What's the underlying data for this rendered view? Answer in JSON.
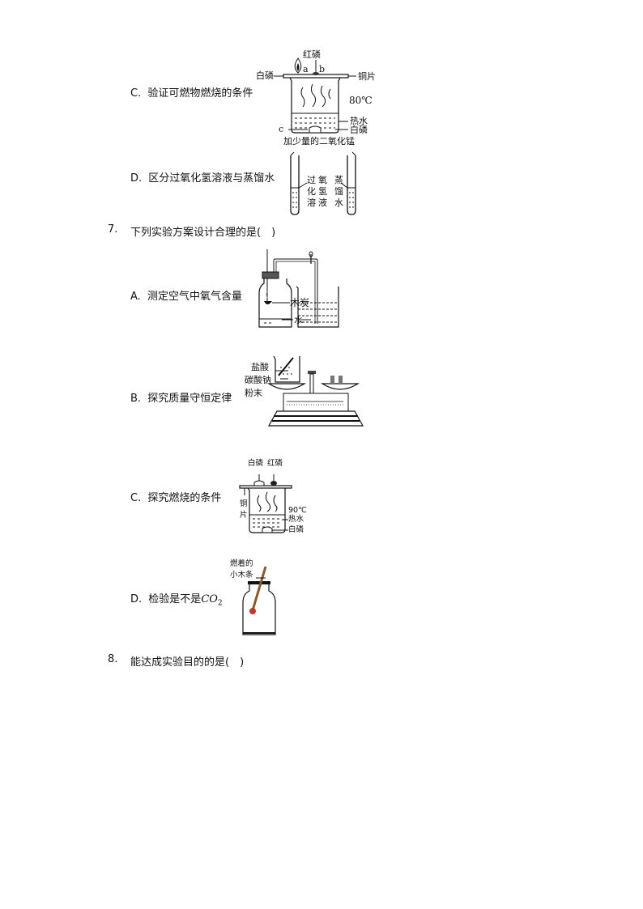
{
  "question6_options": {
    "C": {
      "letter": "C.",
      "text": "验证可燃物燃烧的条件",
      "diagram_labels": {
        "red_phosphorus": "红磷",
        "white_phosphorus_top": "白磷",
        "point_a": "a",
        "point_b": "b",
        "copper_sheet": "铜片",
        "temperature": "80℃",
        "hot_water": "热水",
        "point_c": "c",
        "white_phosphorus_bottom": "白磷",
        "caption": "加少量的二氧化锰"
      }
    },
    "D": {
      "letter": "D.",
      "text": "区分过氧化氢溶液与蒸馏水",
      "diagram_labels": {
        "left_tube_col1": "过化溶",
        "left_tube_col2": "氧氢液",
        "right_tube": "蒸馏水"
      }
    }
  },
  "question7": {
    "number": "7.",
    "stem": "下列实验方案设计合理的是(　)",
    "options": {
      "A": {
        "letter": "A.",
        "text": "测定空气中氧气含量",
        "diagram_labels": {
          "charcoal": "木炭",
          "water": "水"
        }
      },
      "B": {
        "letter": "B.",
        "text": "探究质量守恒定律",
        "diagram_labels": {
          "hydrochloric_acid": "盐酸",
          "sodium_carbonate": "碳酸钠",
          "powder": "粉末"
        }
      },
      "C": {
        "letter": "C.",
        "text": "探究燃烧的条件",
        "diagram_labels": {
          "white_phosphorus_top": "白磷",
          "red_phosphorus": "红磷",
          "copper_1": "铜",
          "copper_2": "片",
          "temperature": "90℃",
          "hot_water": "热水",
          "white_phosphorus_bottom": "白磷"
        }
      },
      "D": {
        "letter": "D.",
        "text": "检验是不是",
        "formula_main": "CO",
        "formula_sub": "2",
        "diagram_labels": {
          "burning_line1": "燃着的",
          "burning_line2": "小木条"
        }
      }
    }
  },
  "question8": {
    "number": "8.",
    "stem": "能达成实验目的的是(　)"
  },
  "colors": {
    "ink": "#111111",
    "ember": "#c0392b",
    "stick": "#8b5a2b"
  }
}
